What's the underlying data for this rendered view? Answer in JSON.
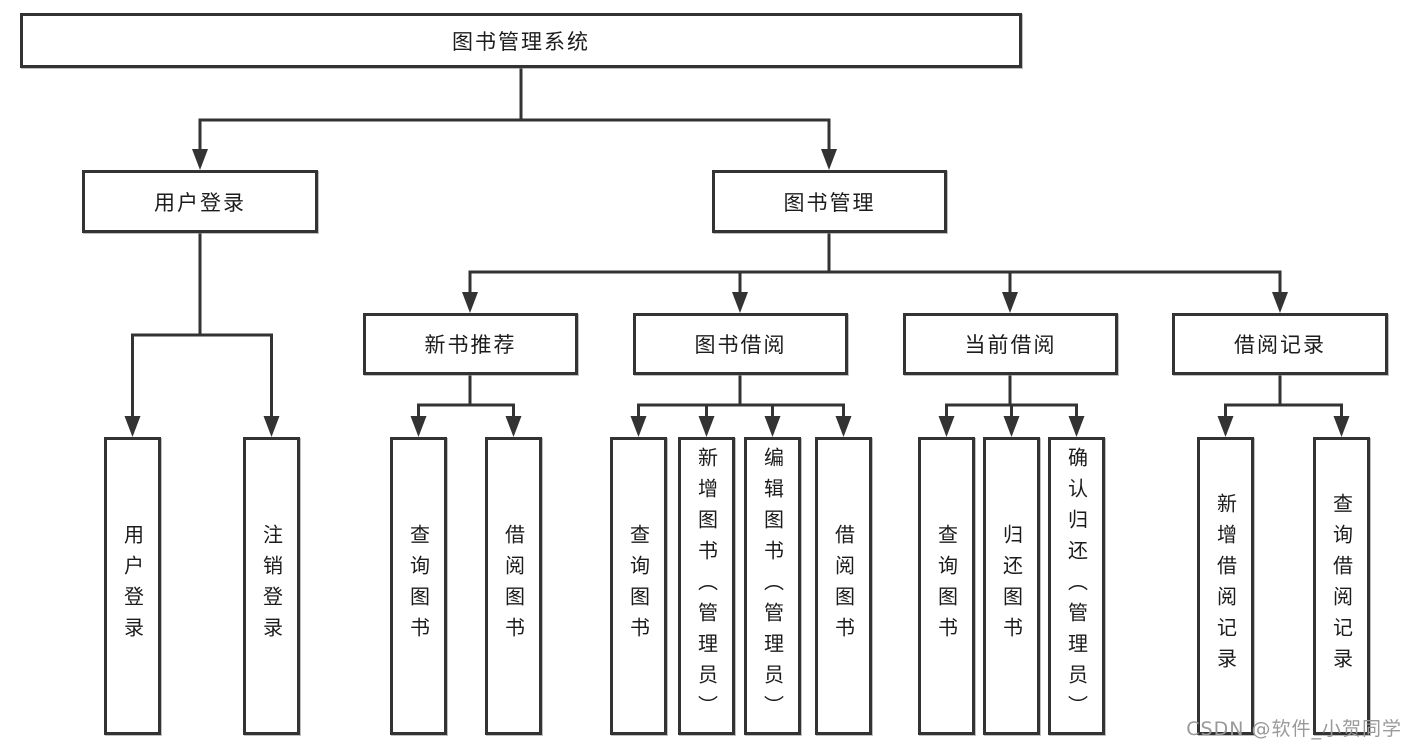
{
  "tree": {
    "root": {
      "label": "图书管理系统"
    },
    "branches": [
      {
        "label": "用户登录",
        "children": [
          {
            "label": "用户登录"
          },
          {
            "label": "注销登录"
          }
        ]
      },
      {
        "label": "图书管理",
        "children": [
          {
            "label": "新书推荐",
            "children": [
              {
                "label": "查询图书"
              },
              {
                "label": "借阅图书"
              }
            ]
          },
          {
            "label": "图书借阅",
            "children": [
              {
                "label": "查询图书"
              },
              {
                "label": "新增图书（管理员）"
              },
              {
                "label": "编辑图书（管理员）"
              },
              {
                "label": "借阅图书"
              }
            ]
          },
          {
            "label": "当前借阅",
            "children": [
              {
                "label": "查询图书"
              },
              {
                "label": "归还图书"
              },
              {
                "label": "确认归还（管理员）"
              }
            ]
          },
          {
            "label": "借阅记录",
            "children": [
              {
                "label": "新增借阅记录"
              },
              {
                "label": "查询借阅记录"
              }
            ]
          }
        ]
      }
    ]
  },
  "watermark": {
    "text": "CSDN @软件_小贺同学"
  },
  "colors": {
    "line": "#333333",
    "box_border": "#333333",
    "text": "#1c1c1c",
    "watermark": "#9a9a9a",
    "background": "#ffffff"
  }
}
